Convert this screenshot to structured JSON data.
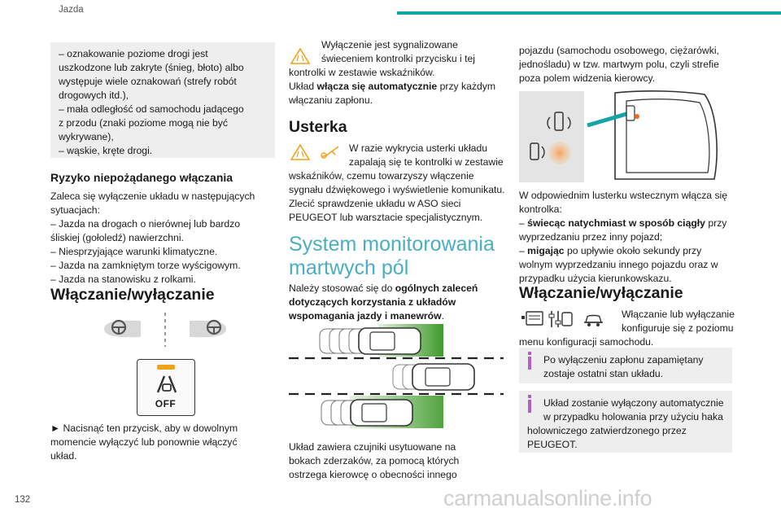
{
  "header": {
    "title": "Jazda",
    "page_number": "132"
  },
  "footer": {
    "watermark": "carmanualsonline.info"
  },
  "col1": {
    "box_lines": [
      "– oznakowanie poziome drogi jest",
      "uszkodzone lub zakryte (śnieg, błoto) albo",
      "występuje wiele oznakowań (strefy robót",
      "drogowych itd.),",
      "– mała odległość od samochodu jadącego",
      "z przodu (znaki poziome mogą nie być",
      "wykrywane),",
      "– wąskie, kręte drogi."
    ],
    "risk_title": "Ryzyko niepożądanego włączania",
    "risk_lines": [
      "Zaleca się wyłączenie układu w następujących",
      "sytuacjach:",
      "– Jazda na drogach o nierównej lub bardzo",
      "śliskiej (gołoledź) nawierzchni.",
      "– Niesprzyjające warunki klimatyczne.",
      "– Jazda na zamkniętym torze wyścigowym.",
      "– Jazda na stanowisku z rolkami."
    ],
    "onoff_title": "Włączanie/wyłączanie",
    "off_button_label": "OFF",
    "press_lines": [
      "► Nacisnąć ten przycisk, aby w dowolnym",
      "momencie wyłączyć lub ponownie włączyć",
      "układ."
    ]
  },
  "col2": {
    "warn1_a": [
      "Wyłączenie jest sygnalizowane",
      "świeceniem kontrolki przycisku i tej"
    ],
    "warn1_b": "kontrolki w zestawie wskaźników.",
    "warn1_c_pre": "Układ ",
    "warn1_c_bold": "włącza się automatycznie",
    "warn1_c_post": " przy każdym",
    "warn1_d": "włączaniu zapłonu.",
    "fault_title": "Usterka",
    "fault_a": [
      "W razie wykrycia usterki układu",
      "zapalają się te kontrolki w zestawie"
    ],
    "fault_b": [
      "wskaźników, czemu towarzyszy włączenie",
      "sygnału dźwiękowego i wyświetlenie komunikatu.",
      "Zlecić sprawdzenie układu w ASO sieci",
      "PEUGEOT lub warsztacie specjalistycznym."
    ],
    "bsm_title_1": "System monitorowania",
    "bsm_title_2": "martwych pól",
    "advice_pre": "Należy stosować się do ",
    "advice_bold1": "ogólnych zaleceń",
    "advice_bold2": "dotyczących korzystania z układów",
    "advice_bold3": "wspomagania jazdy i manewrów",
    "advice_post": ".",
    "sensors_lines": [
      "Układ zawiera czujniki usytuowane na",
      "bokach zderzaków, za pomocą których",
      "ostrzega kierowcę o obecności innego"
    ]
  },
  "col3": {
    "cont_lines": [
      "pojazdu (samochodu osobowego, ciężarówki,",
      "jednośladu) w tzw. martwym polu, czyli strefie",
      "poza polem widzenia kierowcy."
    ],
    "mirror_intro": [
      "W odpowiednim lusterku wstecznym włącza się",
      "kontrolka:"
    ],
    "steady_pre": "– ",
    "steady_bold": "świecąc natychmiast w sposób ciągły",
    "steady_post": " przy",
    "steady_2": "wyprzedzaniu przez inny pojazd;",
    "blink_pre": "– ",
    "blink_bold": "migając",
    "blink_post": " po upływie około sekundy przy",
    "blink_2": "wolnym wyprzedzaniu innego pojazdu oraz w",
    "blink_3": "przypadku użycia kierunkowskazu.",
    "onoff_title": "Włączanie/wyłączanie",
    "config_a": [
      "Włączanie lub wyłączanie",
      "konfiguruje się z poziomu"
    ],
    "config_b": "menu konfiguracji samochodu.",
    "note1": [
      "Po wyłączeniu zapłonu zapamiętany",
      "zostaje ostatni stan układu."
    ],
    "note2": [
      "Układ zostanie wyłączony automatycznie",
      "w przypadku holowania przy użyciu haka",
      "holowniczego zatwierdzonego przez",
      "PEUGEOT."
    ]
  },
  "colors": {
    "accent": "#17a3a7",
    "title_teal": "#4aaec0",
    "warning_orange": "#f0a21a",
    "note_purple": "#b061c9",
    "box_grey": "#eeeeee",
    "zone_green": "#3f9a2b"
  }
}
